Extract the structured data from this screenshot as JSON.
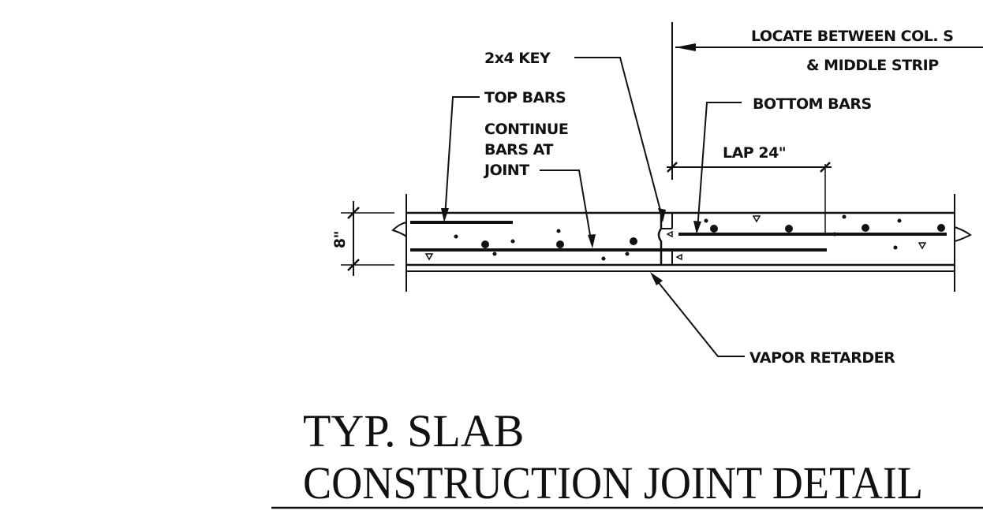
{
  "labels": {
    "locate_between_1": "LOCATE BETWEEN COL. S",
    "locate_between_2": "& MIDDLE STRIP",
    "key": "2x4 KEY",
    "top_bars": "TOP BARS",
    "continue_1": "CONTINUE",
    "continue_2": "BARS AT",
    "continue_3": "JOINT",
    "bottom_bars": "BOTTOM BARS",
    "lap": "LAP 24\"",
    "thickness": "8\"",
    "vapor_retarder": "VAPOR RETARDER"
  },
  "title": {
    "line1": "TYP. SLAB",
    "line2": "CONSTRUCTION JOINT DETAIL"
  }
}
